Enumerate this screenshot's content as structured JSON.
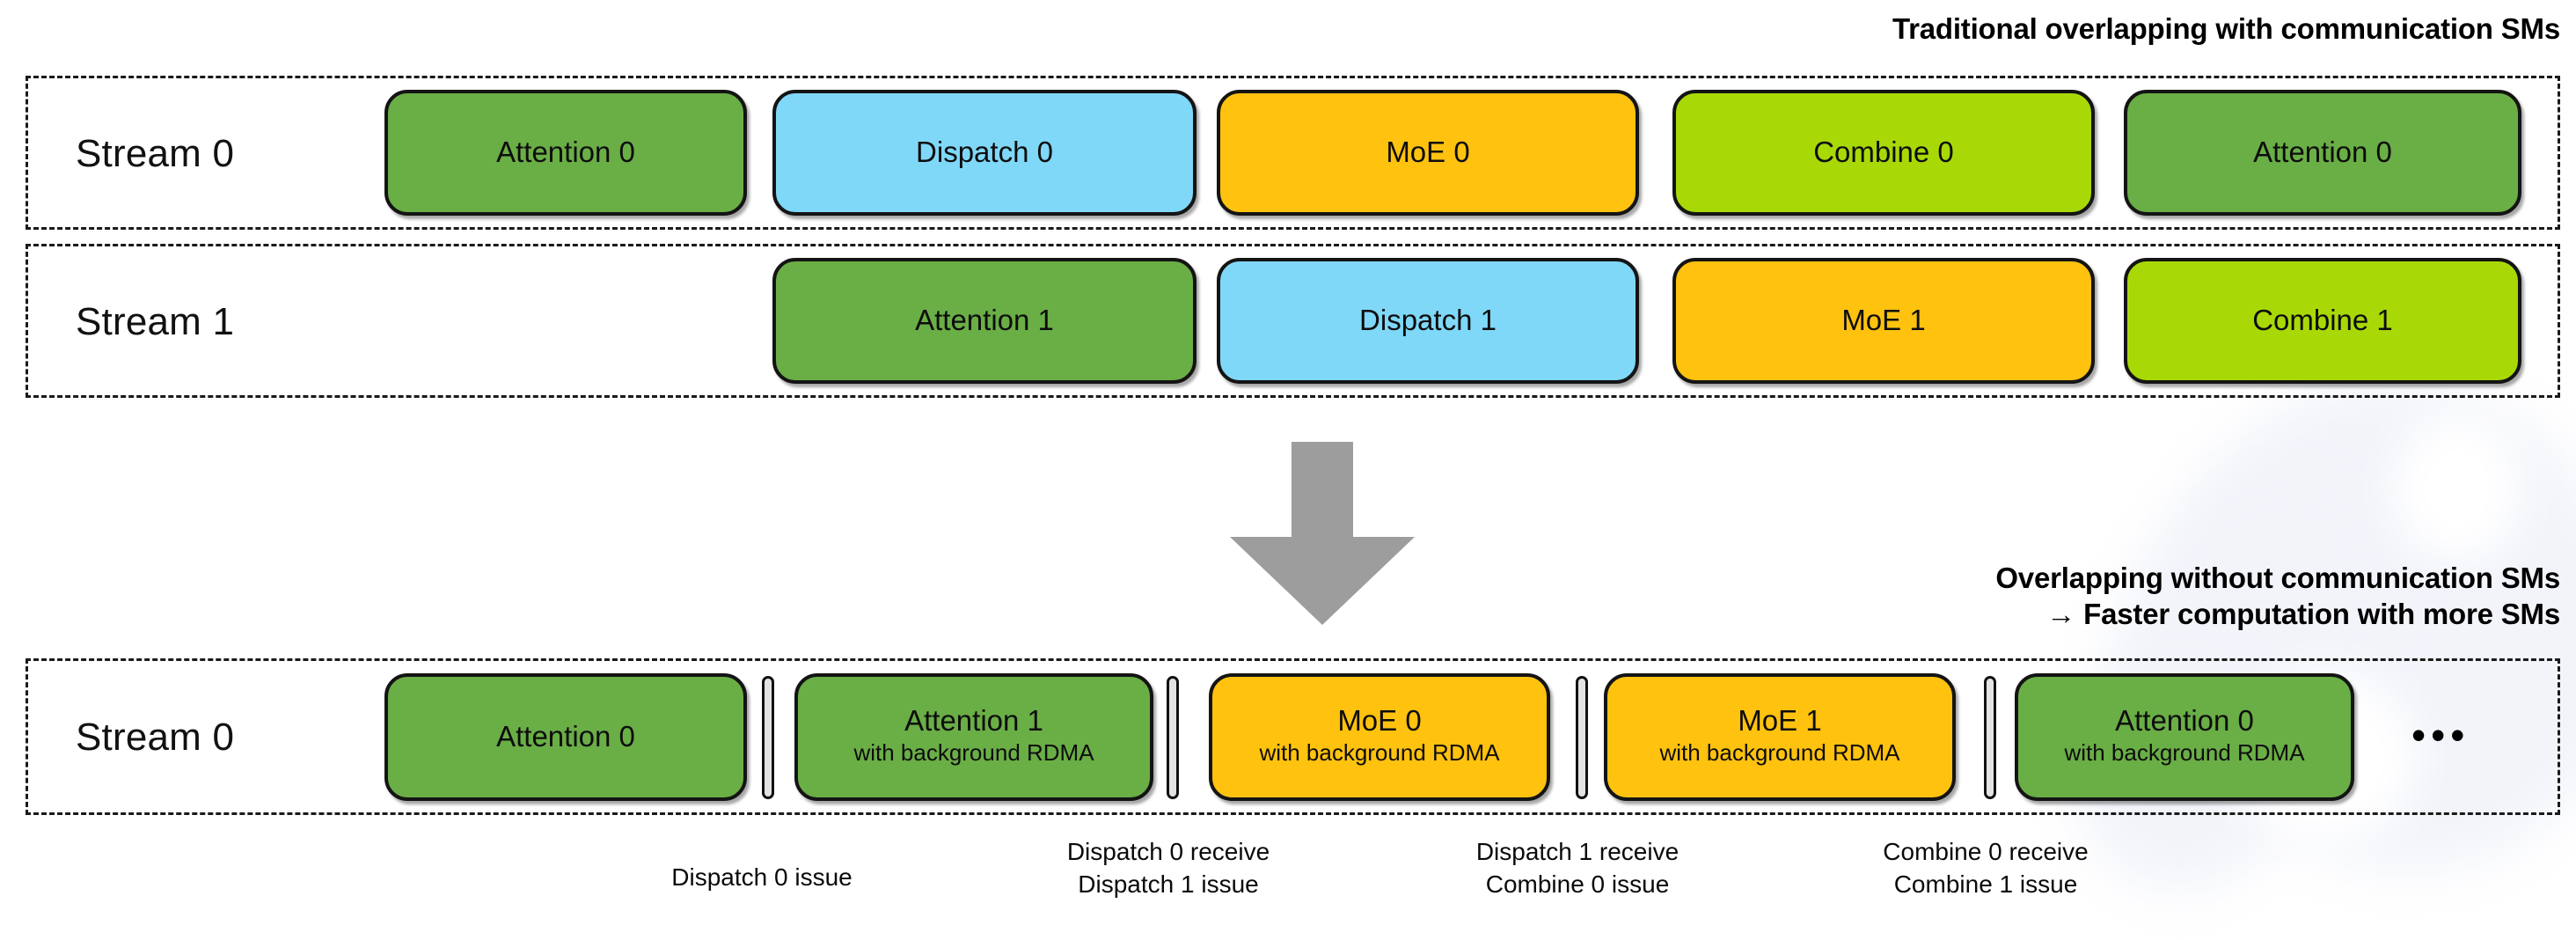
{
  "figure": {
    "background_color": "#ffffff",
    "watermark_color": "#f2f4fa"
  },
  "captions": {
    "top_right": "Traditional overlapping with communication SMs",
    "middle_right": "Overlapping without communication SMs\n→ Faster computation with more SMs"
  },
  "palette": {
    "attention": "#6aae46",
    "dispatch": "#7fd8f8",
    "moe": "#ffc20e",
    "combine": "#a8d907",
    "divider": "#e3e3e3",
    "outline": "#141414",
    "arrow": "#9d9d9d"
  },
  "traditional": {
    "rows": [
      {
        "label": "Stream 0",
        "blocks": [
          {
            "title": "Attention 0",
            "subtitle": "",
            "color_key": "attention"
          },
          {
            "title": "Dispatch 0",
            "subtitle": "",
            "color_key": "dispatch"
          },
          {
            "title": "MoE 0",
            "subtitle": "",
            "color_key": "moe"
          },
          {
            "title": "Combine 0",
            "subtitle": "",
            "color_key": "combine"
          },
          {
            "title": "Attention 0",
            "subtitle": "",
            "color_key": "attention"
          }
        ]
      },
      {
        "label": "Stream 1",
        "blocks": [
          {
            "title": "Attention 1",
            "subtitle": "",
            "color_key": "attention"
          },
          {
            "title": "Dispatch 1",
            "subtitle": "",
            "color_key": "dispatch"
          },
          {
            "title": "MoE 1",
            "subtitle": "",
            "color_key": "moe"
          },
          {
            "title": "Combine 1",
            "subtitle": "",
            "color_key": "combine"
          }
        ]
      }
    ]
  },
  "transition": {
    "arrow_icon": "down-arrow-icon",
    "arrow_color": "#9d9d9d"
  },
  "optimized": {
    "row": {
      "label": "Stream 0",
      "ellipsis": "•••",
      "blocks": [
        {
          "title": "Attention 0",
          "subtitle": "",
          "color_key": "attention"
        },
        {
          "title": "Attention 1",
          "subtitle": "with background RDMA",
          "color_key": "attention"
        },
        {
          "title": "MoE 0",
          "subtitle": "with background RDMA",
          "color_key": "moe"
        },
        {
          "title": "MoE 1",
          "subtitle": "with background RDMA",
          "color_key": "moe"
        },
        {
          "title": "Attention 0",
          "subtitle": "with background RDMA",
          "color_key": "attention"
        }
      ]
    },
    "annotations": [
      {
        "text": "Dispatch 0 issue"
      },
      {
        "text": "Dispatch 0 receive\nDispatch 1 issue"
      },
      {
        "text": "Dispatch 1 receive\nCombine 0 issue"
      },
      {
        "text": "Combine 0 receive\nCombine 1 issue"
      }
    ]
  }
}
